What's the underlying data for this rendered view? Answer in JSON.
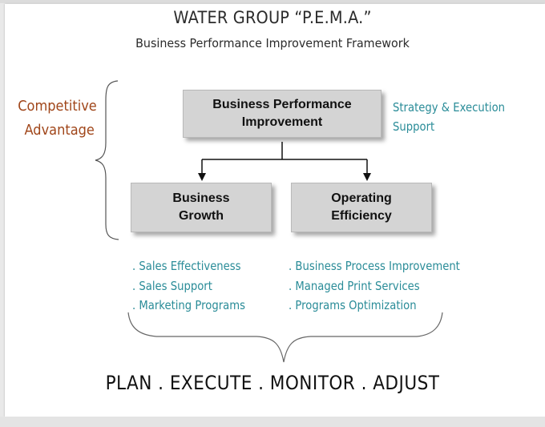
{
  "header": {
    "title": "WATER GROUP “P.E.M.A.”",
    "subtitle": "Business Performance Improvement Framework"
  },
  "side_label": {
    "line1": "Competitive",
    "line2": "Advantage"
  },
  "boxes": {
    "top": "Business Performance\nImprovement",
    "left": "Business\nGrowth",
    "right": "Operating\nEfficiency"
  },
  "strategy_note": {
    "line1": "Strategy & Execution",
    "line2": "Support"
  },
  "growth_list": [
    ". Sales Effectiveness",
    ". Sales Support",
    ". Marketing Programs"
  ],
  "efficiency_list": [
    ". Business Process Improvement",
    ". Managed Print Services",
    ". Programs Optimization"
  ],
  "footer": "PLAN . EXECUTE . MONITOR . ADJUST",
  "colors": {
    "accent_label": "#a0461a",
    "teal_text": "#2a8c98",
    "box_fill": "#d4d4d4"
  }
}
